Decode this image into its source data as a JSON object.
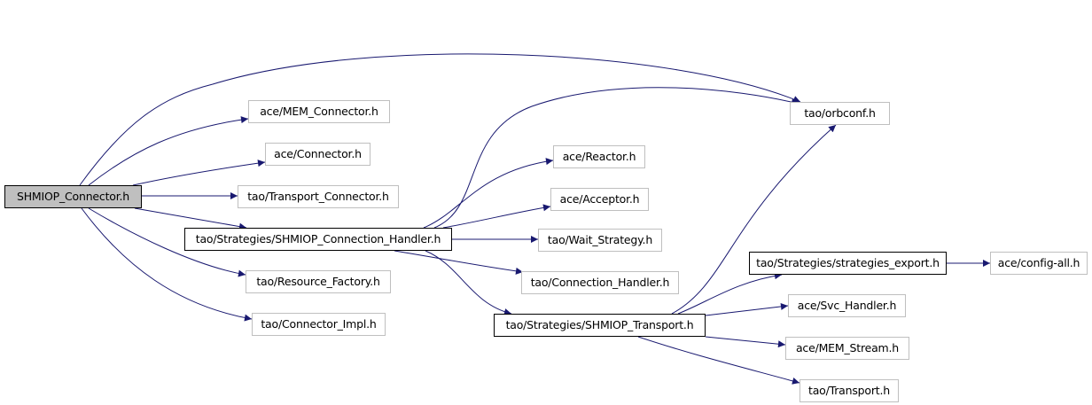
{
  "graph": {
    "edge_color": "#191970",
    "root_fill": "#bfbfbf",
    "nodes": [
      {
        "id": "root",
        "label": "SHMIOP_Connector.h",
        "style": "root"
      },
      {
        "id": "mem_connector",
        "label": "ace/MEM_Connector.h",
        "style": "plain"
      },
      {
        "id": "connector",
        "label": "ace/Connector.h",
        "style": "plain"
      },
      {
        "id": "transport_connector",
        "label": "tao/Transport_Connector.h",
        "style": "plain"
      },
      {
        "id": "conn_handler_shmiop",
        "label": "tao/Strategies/SHMIOP_Connection_Handler.h",
        "style": "bold"
      },
      {
        "id": "resource_factory",
        "label": "tao/Resource_Factory.h",
        "style": "plain"
      },
      {
        "id": "connector_impl",
        "label": "tao/Connector_Impl.h",
        "style": "plain"
      },
      {
        "id": "orbconf",
        "label": "tao/orbconf.h",
        "style": "plain"
      },
      {
        "id": "reactor",
        "label": "ace/Reactor.h",
        "style": "plain"
      },
      {
        "id": "acceptor",
        "label": "ace/Acceptor.h",
        "style": "plain"
      },
      {
        "id": "wait_strategy",
        "label": "tao/Wait_Strategy.h",
        "style": "plain"
      },
      {
        "id": "connection_handler",
        "label": "tao/Connection_Handler.h",
        "style": "plain"
      },
      {
        "id": "shmiop_transport",
        "label": "tao/Strategies/SHMIOP_Transport.h",
        "style": "bold"
      },
      {
        "id": "strategies_export",
        "label": "tao/Strategies/strategies_export.h",
        "style": "bold"
      },
      {
        "id": "config_all",
        "label": "ace/config-all.h",
        "style": "plain"
      },
      {
        "id": "svc_handler",
        "label": "ace/Svc_Handler.h",
        "style": "plain"
      },
      {
        "id": "mem_stream",
        "label": "ace/MEM_Stream.h",
        "style": "plain"
      },
      {
        "id": "transport",
        "label": "tao/Transport.h",
        "style": "plain"
      }
    ],
    "edges": [
      {
        "from": "root",
        "to": "orbconf"
      },
      {
        "from": "root",
        "to": "mem_connector"
      },
      {
        "from": "root",
        "to": "connector"
      },
      {
        "from": "root",
        "to": "transport_connector"
      },
      {
        "from": "root",
        "to": "conn_handler_shmiop"
      },
      {
        "from": "root",
        "to": "resource_factory"
      },
      {
        "from": "root",
        "to": "connector_impl"
      },
      {
        "from": "conn_handler_shmiop",
        "to": "orbconf"
      },
      {
        "from": "conn_handler_shmiop",
        "to": "reactor"
      },
      {
        "from": "conn_handler_shmiop",
        "to": "acceptor"
      },
      {
        "from": "conn_handler_shmiop",
        "to": "wait_strategy"
      },
      {
        "from": "conn_handler_shmiop",
        "to": "connection_handler"
      },
      {
        "from": "conn_handler_shmiop",
        "to": "shmiop_transport"
      },
      {
        "from": "shmiop_transport",
        "to": "orbconf"
      },
      {
        "from": "shmiop_transport",
        "to": "strategies_export"
      },
      {
        "from": "shmiop_transport",
        "to": "svc_handler"
      },
      {
        "from": "shmiop_transport",
        "to": "mem_stream"
      },
      {
        "from": "shmiop_transport",
        "to": "transport"
      },
      {
        "from": "strategies_export",
        "to": "config_all"
      }
    ]
  }
}
